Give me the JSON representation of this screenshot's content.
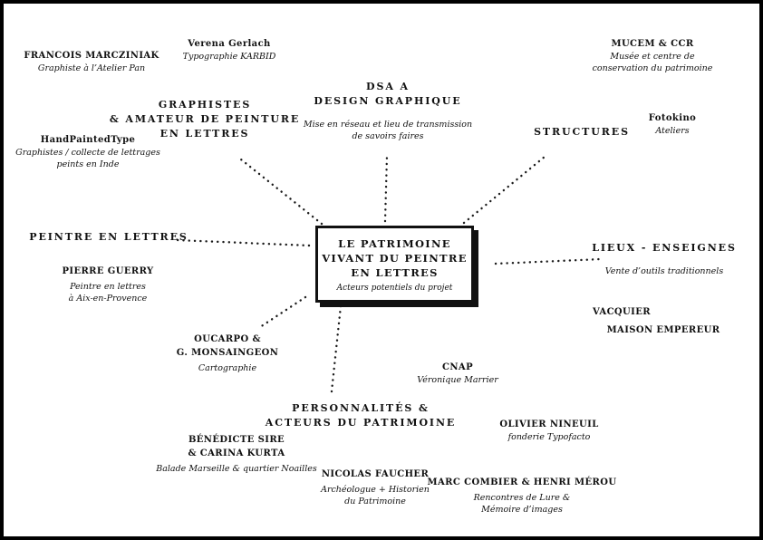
{
  "center": {
    "title1": "LE PATRIMOINE",
    "title2": "VIVANT DU PEINTRE",
    "title3": "EN LETTRES",
    "subtitle": "Acteurs potentiels du projet"
  },
  "nodes": {
    "francois": {
      "name": "FRANCOIS MARCZINIAK",
      "sub1": "Graphiste à l’Atelier Pan"
    },
    "verena": {
      "name": "Verena Gerlach",
      "sub1": "Typographie KARBID"
    },
    "mucem": {
      "name": "MUCEM & CCR",
      "sub1": "Musée et centre de",
      "sub2": "conservation du patrimoine"
    },
    "graphistes": {
      "line1": "GRAPHISTES",
      "line2": "& AMATEUR DE PEINTURE",
      "line3": "EN LETTRES"
    },
    "dsaa": {
      "name1": "DSA A",
      "name2": "DESIGN GRAPHIQUE",
      "sub1": "Mise en réseau et lieu de transmission",
      "sub2": "de savoirs faires"
    },
    "structures": {
      "name": "STRUCTURES"
    },
    "fotokino": {
      "name": "Fotokino",
      "sub1": "Ateliers"
    },
    "handpainted": {
      "name": "HandPaintedType",
      "sub1": "Graphistes / collecte de lettrages",
      "sub2": "peints en Inde"
    },
    "peintre": {
      "name": "PEINTRE EN LETTRES"
    },
    "pierre": {
      "name": "PIERRE GUERRY",
      "sub1": "Peintre en lettres",
      "sub2": "à Aix-en-Provence"
    },
    "lieux": {
      "name": "LIEUX - ENSEIGNES",
      "sub1": "Vente d’outils traditionnels"
    },
    "vacquier": {
      "name": "VACQUIER"
    },
    "maison": {
      "name": "MAISON EMPEREUR"
    },
    "oucarpo": {
      "name1": "OUCARPO &",
      "name2": "G. MONSAINGEON",
      "sub1": "Cartographie"
    },
    "cnap": {
      "name": "CNAP",
      "sub1": "Véronique Marrier"
    },
    "personnalites": {
      "line1": "PERSONNALITÉS &",
      "line2": "ACTEURS DU PATRIMOINE"
    },
    "olivier": {
      "name": "OLIVIER NINEUIL",
      "sub1": "fonderie Typofacto"
    },
    "benedicte": {
      "name1": "BÉNÉDICTE SIRE",
      "name2": "& CARINA KURTA",
      "sub1": "Balade Marseille & quartier Noailles"
    },
    "nicolas": {
      "name": "NICOLAS FAUCHER",
      "sub1": "Archéologue + Historien",
      "sub2": "du Patrimoine"
    },
    "marc": {
      "name": "MARC COMBIER & HENRI MÉROU",
      "sub1": "Rencontres de Lure &",
      "sub2": "Mémoire d’images"
    }
  }
}
